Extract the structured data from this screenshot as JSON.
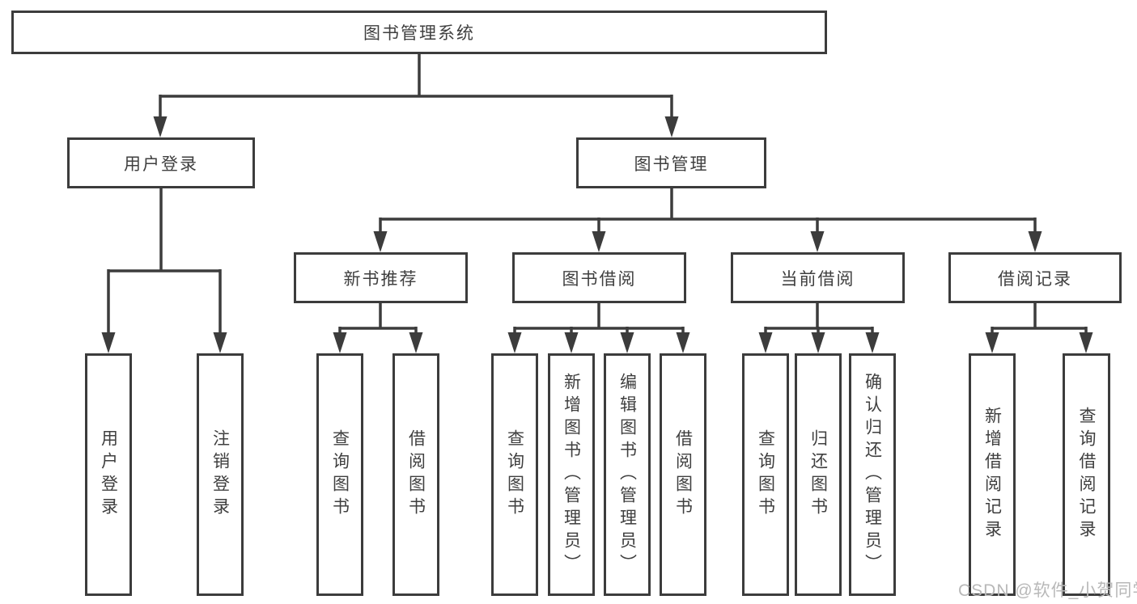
{
  "diagram": {
    "root": {
      "label": "图书管理系统"
    },
    "branches": [
      {
        "label": "用户登录",
        "leaves": [
          "用户登录",
          "注销登录"
        ]
      },
      {
        "label": "图书管理",
        "sections": [
          {
            "label": "新书推荐",
            "leaves": [
              "查询图书",
              "借阅图书"
            ]
          },
          {
            "label": "图书借阅",
            "leaves": [
              "查询图书",
              "新增图书（管理员）",
              "编辑图书（管理员）",
              "借阅图书"
            ]
          },
          {
            "label": "当前借阅",
            "leaves": [
              "查询图书",
              "归还图书",
              "确认归还（管理员）"
            ]
          },
          {
            "label": "借阅记录",
            "leaves": [
              "新增借阅记录",
              "查询借阅记录"
            ]
          }
        ]
      }
    ]
  },
  "watermark": {
    "text": "CSDN @软件_小贺同学"
  },
  "colors": {
    "line": "#3c3c3c",
    "text": "#3f3f3f",
    "watermark": "#b8b8b8",
    "background": "#ffffff"
  }
}
